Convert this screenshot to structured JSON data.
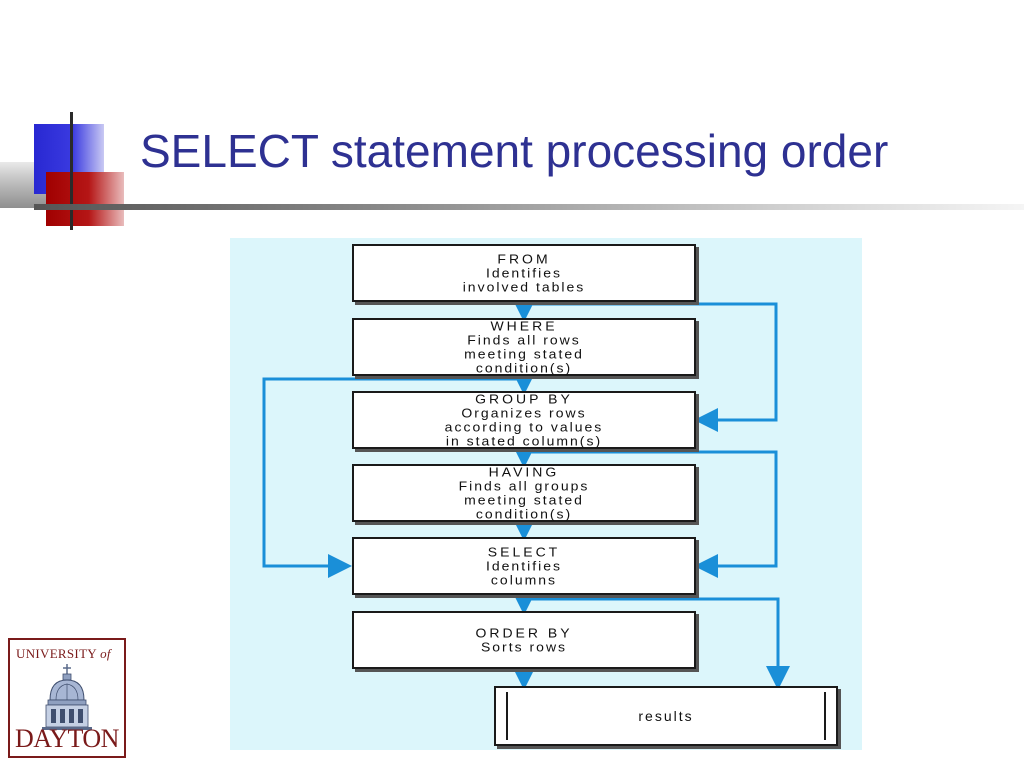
{
  "slide": {
    "title": "SELECT statement processing order"
  },
  "diagram": {
    "boxes": [
      {
        "keyword": "FROM",
        "lines": [
          "Identifies",
          "involved tables"
        ]
      },
      {
        "keyword": "WHERE",
        "lines": [
          "Finds all rows",
          "meeting stated",
          "condition(s)"
        ]
      },
      {
        "keyword": "GROUP BY",
        "lines": [
          "Organizes rows",
          "according to values",
          "in stated column(s)"
        ]
      },
      {
        "keyword": "HAVING",
        "lines": [
          "Finds all groups",
          "meeting stated",
          "condition(s)"
        ]
      },
      {
        "keyword": "SELECT",
        "lines": [
          "Identifies",
          "columns"
        ]
      },
      {
        "keyword": "ORDER BY",
        "lines": [
          "Sorts rows"
        ]
      }
    ],
    "results_label": "results",
    "colors": {
      "background": "#dcf6fb",
      "arrows": "#1a8fd8",
      "box_border": "#1a1a1a"
    }
  },
  "logo": {
    "top_text": "UNIVERSITY",
    "of_text": "of",
    "bottom_text": "DAYTON",
    "color": "#7a1a1a"
  },
  "colors": {
    "title": "#2e3192",
    "accent_blue": "#2828d2",
    "accent_red": "#a00000"
  }
}
